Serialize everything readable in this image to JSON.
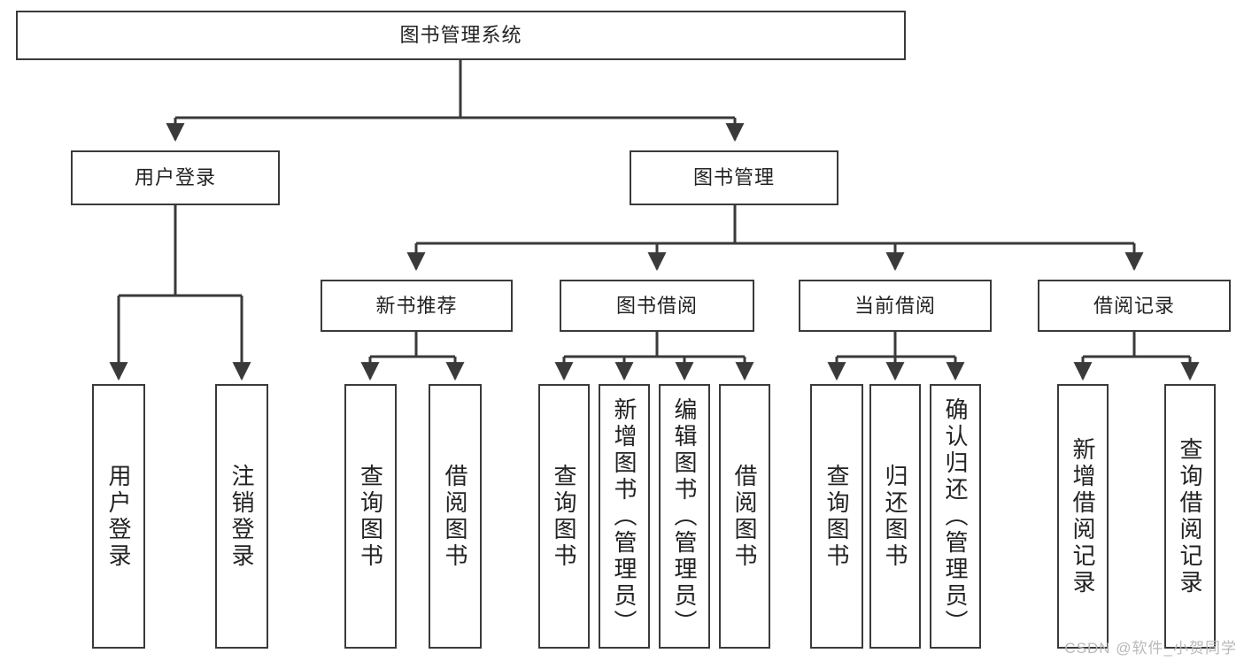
{
  "diagram": {
    "type": "tree-hierarchy",
    "title": "图书管理系统",
    "root": {
      "id": "root",
      "label": "图书管理系统"
    },
    "level2": [
      {
        "id": "user-login",
        "label": "用户登录"
      },
      {
        "id": "book-manage",
        "label": "图书管理"
      }
    ],
    "level3": [
      {
        "id": "new-book-rec",
        "label": "新书推荐",
        "parent": "book-manage"
      },
      {
        "id": "book-borrow",
        "label": "图书借阅",
        "parent": "book-manage"
      },
      {
        "id": "current-borrow",
        "label": "当前借阅",
        "parent": "book-manage"
      },
      {
        "id": "borrow-record",
        "label": "借阅记录",
        "parent": "book-manage"
      }
    ],
    "leaves": [
      {
        "id": "leaf-user-login",
        "label": "用户登录",
        "parent": "user-login"
      },
      {
        "id": "leaf-user-logout",
        "label": "注销登录",
        "parent": "user-login"
      },
      {
        "id": "leaf-query-book-1",
        "label": "查询图书",
        "parent": "new-book-rec"
      },
      {
        "id": "leaf-borrow-book-1",
        "label": "借阅图书",
        "parent": "new-book-rec"
      },
      {
        "id": "leaf-query-book-2",
        "label": "查询图书",
        "parent": "book-borrow"
      },
      {
        "id": "leaf-add-book",
        "label": "新增图书（管理员）",
        "parent": "book-borrow"
      },
      {
        "id": "leaf-edit-book",
        "label": "编辑图书（管理员）",
        "parent": "book-borrow"
      },
      {
        "id": "leaf-borrow-book-2",
        "label": "借阅图书",
        "parent": "book-borrow"
      },
      {
        "id": "leaf-query-book-3",
        "label": "查询图书",
        "parent": "current-borrow"
      },
      {
        "id": "leaf-return-book",
        "label": "归还图书",
        "parent": "current-borrow"
      },
      {
        "id": "leaf-confirm-return",
        "label": "确认归还（管理员）",
        "parent": "current-borrow"
      },
      {
        "id": "leaf-add-record",
        "label": "新增借阅记录",
        "parent": "borrow-record"
      },
      {
        "id": "leaf-query-record",
        "label": "查询借阅记录",
        "parent": "borrow-record"
      }
    ],
    "colors": {
      "box_border": "#3a3a3a",
      "box_fill": "#ffffff",
      "connector": "#3a3a3a",
      "text": "#222222",
      "watermark": "#b9b9b9"
    }
  },
  "watermark": {
    "text": "CSDN @软件_小贺同学"
  }
}
